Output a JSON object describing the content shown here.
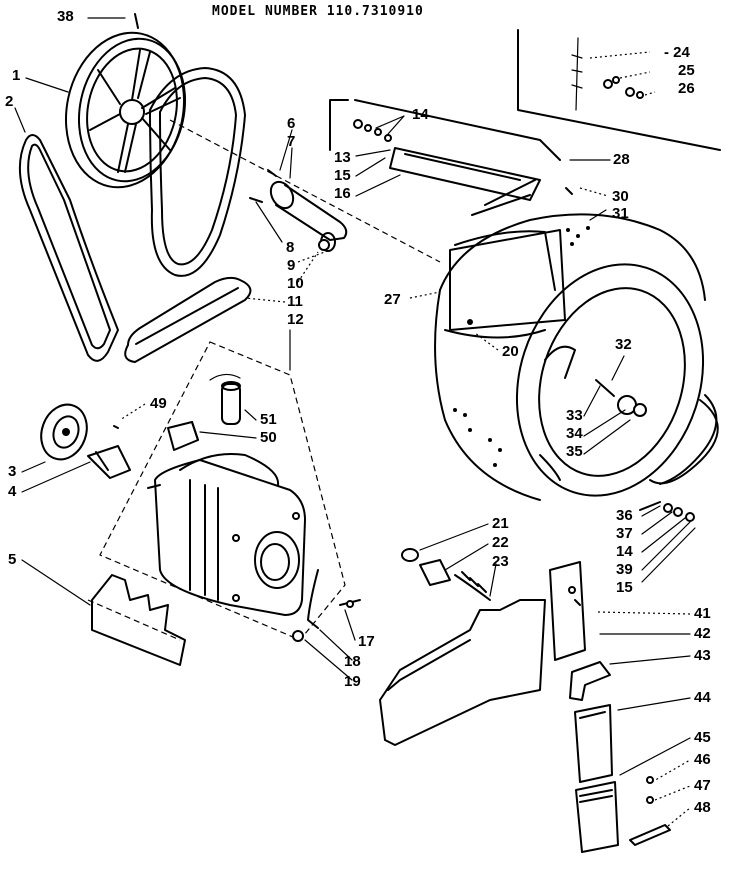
{
  "header": {
    "model_text": "MODEL NUMBER 110.7310910"
  },
  "callouts": [
    {
      "id": "38",
      "label": "38"
    },
    {
      "id": "1",
      "label": "1"
    },
    {
      "id": "2",
      "label": "2"
    },
    {
      "id": "6",
      "label": "6"
    },
    {
      "id": "7",
      "label": "7"
    },
    {
      "id": "8",
      "label": "8"
    },
    {
      "id": "9",
      "label": "9"
    },
    {
      "id": "10",
      "label": "10"
    },
    {
      "id": "11",
      "label": "11"
    },
    {
      "id": "12",
      "label": "12"
    },
    {
      "id": "14a",
      "label": "14"
    },
    {
      "id": "13",
      "label": "13"
    },
    {
      "id": "15a",
      "label": "15"
    },
    {
      "id": "16",
      "label": "16"
    },
    {
      "id": "24",
      "label": "- 24"
    },
    {
      "id": "25",
      "label": "25"
    },
    {
      "id": "26",
      "label": "26"
    },
    {
      "id": "28",
      "label": "28"
    },
    {
      "id": "30",
      "label": "30"
    },
    {
      "id": "31",
      "label": "31"
    },
    {
      "id": "27",
      "label": "27"
    },
    {
      "id": "20",
      "label": "20"
    },
    {
      "id": "32",
      "label": "32"
    },
    {
      "id": "33",
      "label": "33"
    },
    {
      "id": "34",
      "label": "34"
    },
    {
      "id": "35",
      "label": "35"
    },
    {
      "id": "49",
      "label": "49"
    },
    {
      "id": "51",
      "label": "51"
    },
    {
      "id": "50",
      "label": "50"
    },
    {
      "id": "3",
      "label": "3"
    },
    {
      "id": "4",
      "label": "4"
    },
    {
      "id": "5",
      "label": "5"
    },
    {
      "id": "21",
      "label": "21"
    },
    {
      "id": "22",
      "label": "22"
    },
    {
      "id": "23",
      "label": "23"
    },
    {
      "id": "36",
      "label": "36"
    },
    {
      "id": "37",
      "label": "37"
    },
    {
      "id": "14b",
      "label": "14"
    },
    {
      "id": "39",
      "label": "39"
    },
    {
      "id": "15b",
      "label": "15"
    },
    {
      "id": "17",
      "label": "17"
    },
    {
      "id": "18",
      "label": "18"
    },
    {
      "id": "19",
      "label": "19"
    },
    {
      "id": "41",
      "label": "41"
    },
    {
      "id": "42",
      "label": "42"
    },
    {
      "id": "43",
      "label": "43"
    },
    {
      "id": "44",
      "label": "44"
    },
    {
      "id": "45",
      "label": "45"
    },
    {
      "id": "46",
      "label": "46"
    },
    {
      "id": "47",
      "label": "47"
    },
    {
      "id": "48",
      "label": "48"
    }
  ]
}
